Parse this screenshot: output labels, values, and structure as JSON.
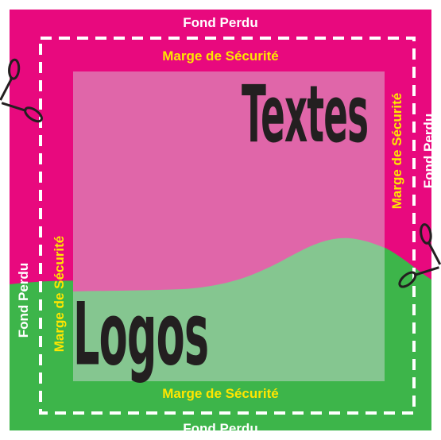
{
  "labels": {
    "bleed_top": "Fond Perdu",
    "bleed_bottom": "Fond Perdu",
    "bleed_left": "Fond Perdu",
    "bleed_right": "Fond Perdu",
    "safety_top": "Marge de Sécurité",
    "safety_bottom": "Marge de Sécurité",
    "safety_left": "Marge de Sécurité",
    "safety_right": "Marge de Sécurité",
    "texts": "Textes",
    "logos": "Logos"
  },
  "colors": {
    "bleed_magenta": "#e8097e",
    "bleed_green": "#3db54a",
    "inner_pink": "#e066a9",
    "inner_green": "#85c690",
    "dashed_line": "#ffffff",
    "safety_text": "#ffe600",
    "big_text": "#231f20"
  },
  "icons": {
    "scissors_left": "scissors-icon",
    "scissors_right": "scissors-icon"
  }
}
